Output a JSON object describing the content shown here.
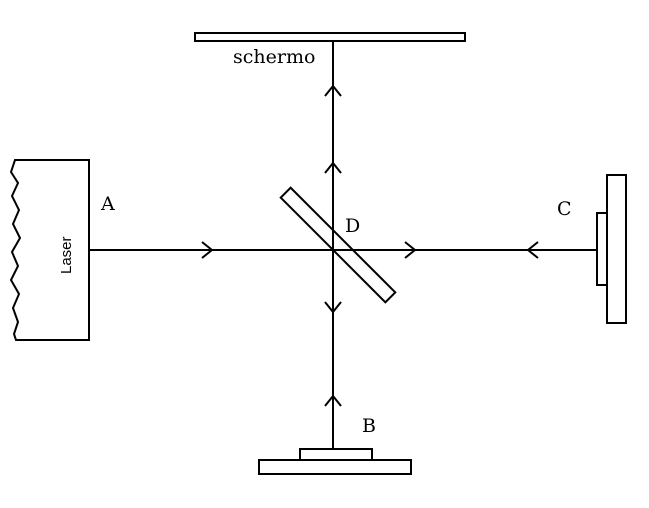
{
  "labels": {
    "screen": "schermo",
    "laser": "Laser",
    "a": "A",
    "b": "B",
    "c": "C",
    "d": "D"
  }
}
